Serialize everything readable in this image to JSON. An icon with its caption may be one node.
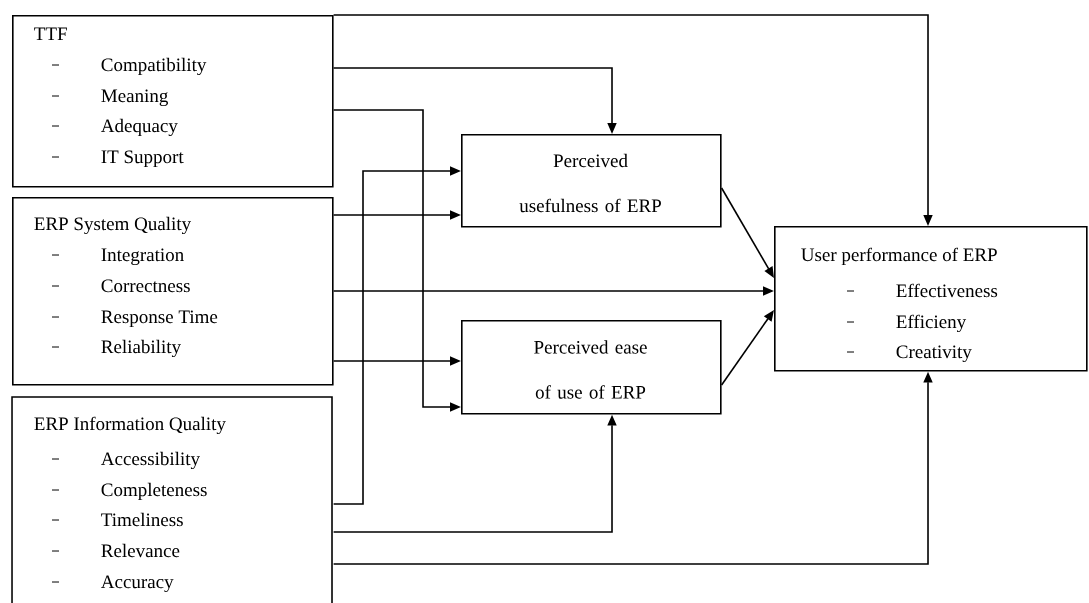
{
  "diagram": {
    "nodes": [
      {
        "text": [
          "TTF",
          "Compatibility",
          "Meaning",
          "Adequacy",
          "IT Support"
        ]
      },
      {
        "text": [
          "ERP System Quality",
          "Integration",
          "Correctness",
          "Response Time",
          "Reliability"
        ]
      },
      {
        "text": [
          "ERP Information Quality",
          "Accessibility",
          "Completeness",
          "Timeliness",
          "Relevance",
          "Accuracy"
        ]
      },
      {
        "text": [
          "Perceived usefulness of ERP"
        ]
      },
      {
        "text": [
          "Perceived ease of use of ERP"
        ]
      },
      {
        "text": [
          "User performance of ERP",
          "Effectiveness",
          "Efficieny",
          "Creativity"
        ]
      }
    ],
    "edges": [
      {
        "from": 0,
        "to": 5,
        "arrow": "to"
      },
      {
        "from": 0,
        "to": 3,
        "arrow": "to"
      },
      {
        "from": 0,
        "to": 4,
        "arrow": "to"
      },
      {
        "from": 1,
        "to": 3,
        "arrow": "to"
      },
      {
        "from": 1,
        "to": 5,
        "arrow": "to"
      },
      {
        "from": 1,
        "to": 4,
        "arrow": "to"
      },
      {
        "from": 2,
        "to": 3,
        "arrow": "to"
      },
      {
        "from": 2,
        "to": 4,
        "arrow": "to"
      },
      {
        "from": 2,
        "to": 5,
        "arrow": "to"
      },
      {
        "from": 3,
        "to": 5,
        "arrow": "to"
      },
      {
        "from": 4,
        "to": 5,
        "arrow": "to"
      }
    ]
  }
}
